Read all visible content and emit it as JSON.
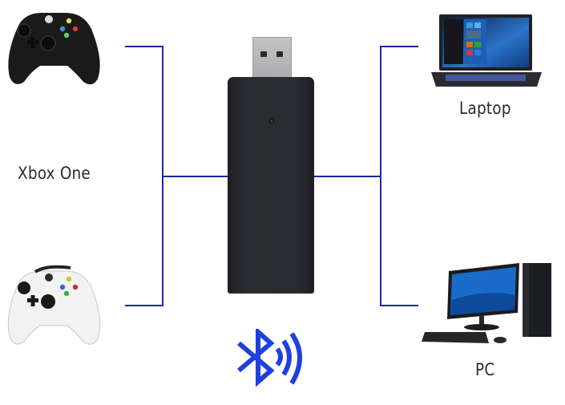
{
  "diagram": {
    "title": "Wireless adapter connectivity",
    "center_device": {
      "name": "USB wireless adapter",
      "icon": "usb-dongle-icon"
    },
    "left_group": {
      "label": "Xbox One",
      "devices": [
        {
          "name": "Black Xbox One controller",
          "icon": "black-controller-icon"
        },
        {
          "name": "White Xbox One controller",
          "icon": "white-controller-icon"
        }
      ]
    },
    "right_group": {
      "devices": [
        {
          "label": "Laptop",
          "icon": "laptop-icon"
        },
        {
          "label": "PC",
          "icon": "desktop-pc-icon"
        }
      ]
    },
    "wireless_icon": "bluetooth-wireless-icon",
    "colors": {
      "connector_line": "#1a2aa0",
      "bluetooth": "#1f3fe0",
      "dongle": "#2a2b30",
      "label_text": "#2b2b2b"
    }
  }
}
